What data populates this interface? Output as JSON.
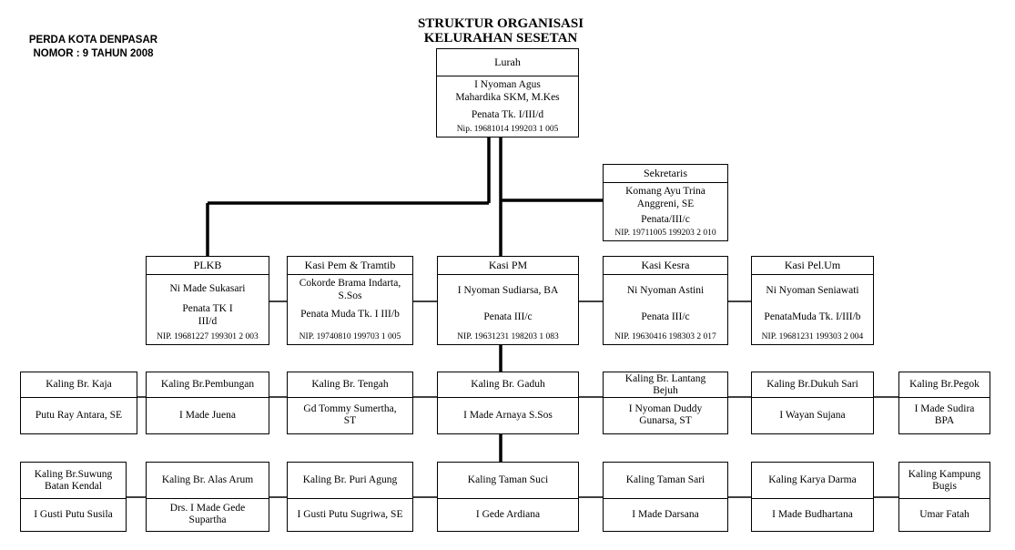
{
  "ref": {
    "line1": "PERDA KOTA DENPASAR",
    "line2": "NOMOR : 9 TAHUN 2008"
  },
  "title": {
    "line1": "STRUKTUR ORGANISASI",
    "line2": "KELURAHAN SESETAN"
  },
  "lurah": {
    "title": "Lurah",
    "name": "I Nyoman Agus Mahardika SKM, M.Kes",
    "rank": "Penata Tk. I/III/d",
    "nip": "Nip. 19681014 199203 1 005"
  },
  "sekretaris": {
    "title": "Sekretaris",
    "name": "Komang Ayu Trina Anggreni, SE",
    "rank": "Penata/III/c",
    "nip": "NIP. 19711005 199203 2 010"
  },
  "units": [
    {
      "title": "PLKB",
      "name": "Ni Made Sukasari",
      "rank": "Penata TK I III/d",
      "nip": "NIP. 19681227 199301 2 003"
    },
    {
      "title": "Kasi Pem & Tramtib",
      "name": "Cokorde Brama Indarta, S.Sos",
      "rank": "Penata Muda Tk. I III/b",
      "nip": "NIP. 19740810 199703 1 005"
    },
    {
      "title": "Kasi PM",
      "name": "I Nyoman Sudiarsa, BA",
      "rank": "Penata III/c",
      "nip": "NIP. 19631231 198203 1 083"
    },
    {
      "title": "Kasi Kesra",
      "name": "Ni Nyoman Astini",
      "rank": "Penata III/c",
      "nip": "NIP. 19630416 198303 2 017"
    },
    {
      "title": "Kasi Pel.Um",
      "name": "Ni Nyoman Seniawati",
      "rank": "PenataMuda Tk. I/III/b",
      "nip": "NIP. 19681231 199303 2 004"
    }
  ],
  "kaling_row1": [
    {
      "title": "Kaling Br. Kaja",
      "name": "Putu Ray Antara, SE"
    },
    {
      "title": "Kaling Br.Pembungan",
      "name": "I Made Juena"
    },
    {
      "title": "Kaling Br. Tengah",
      "name": "Gd Tommy Sumertha, ST"
    },
    {
      "title": "Kaling Br. Gaduh",
      "name": "I Made Arnaya S.Sos"
    },
    {
      "title": "Kaling Br. Lantang Bejuh",
      "name": "I Nyoman Duddy Gunarsa, ST"
    },
    {
      "title": "Kaling Br.Dukuh Sari",
      "name": "I Wayan Sujana"
    },
    {
      "title": "Kaling Br.Pegok",
      "name": "I Made Sudira BPA"
    }
  ],
  "kaling_row2": [
    {
      "title": "Kaling Br.Suwung Batan Kendal",
      "name": "I Gusti Putu Susila"
    },
    {
      "title": "Kaling Br. Alas Arum",
      "name": "Drs. I Made Gede Supartha"
    },
    {
      "title": "Kaling Br. Puri Agung",
      "name": "I Gusti Putu Sugriwa, SE"
    },
    {
      "title": "Kaling Taman Suci",
      "name": "I Gede Ardiana"
    },
    {
      "title": "Kaling Taman Sari",
      "name": "I Made Darsana"
    },
    {
      "title": "Kaling Karya Darma",
      "name": "I Made Budhartana"
    },
    {
      "title": "Kaling Kampung Bugis",
      "name": "Umar Fatah"
    }
  ]
}
